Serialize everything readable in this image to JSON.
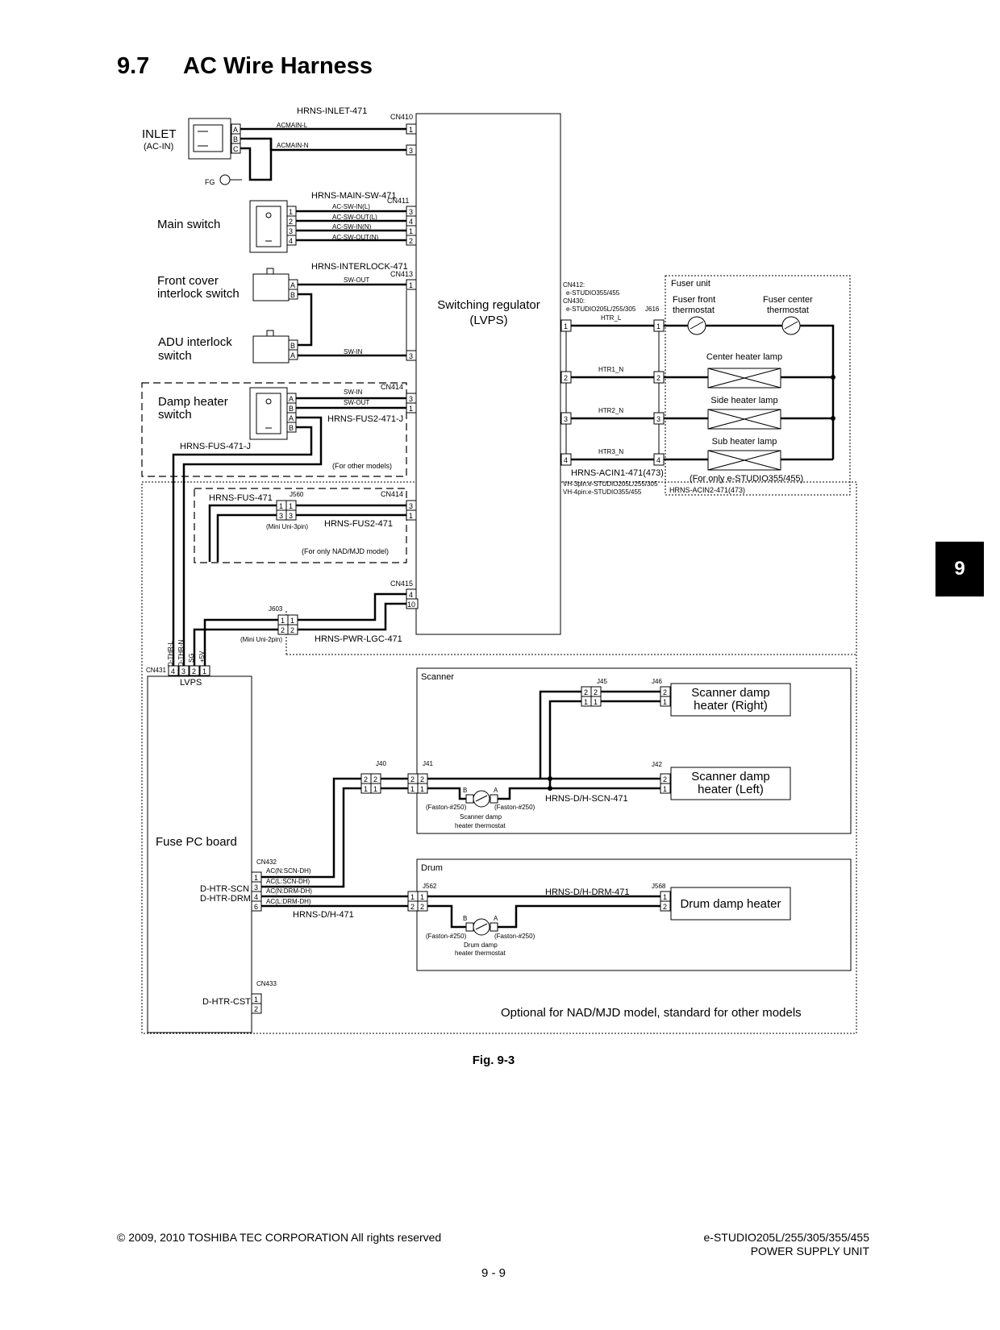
{
  "section": {
    "number": "9.7",
    "title": "AC Wire Harness"
  },
  "side_tab": "9",
  "figure_caption": "Fig. 9-3",
  "footer": {
    "copyright": "© 2009, 2010 TOSHIBA TEC CORPORATION All rights reserved",
    "model": "e-STUDIO205L/255/305/355/455",
    "unit": "POWER SUPPLY UNIT",
    "page": "9 - 9"
  },
  "components": {
    "inlet": "INLET",
    "inlet_sub": "(AC-IN)",
    "fg": "FG",
    "main_switch": "Main switch",
    "front_cover_1": "Front cover",
    "front_cover_2": "interlock switch",
    "adu_1": "ADU interlock",
    "adu_2": "switch",
    "damp_sw_1": "Damp heater",
    "damp_sw_2": "switch",
    "lvps_1": "Switching regulator",
    "lvps_2": "(LVPS)",
    "fuser_unit": "Fuser unit",
    "fuser_front_1": "Fuser front",
    "fuser_front_2": "thermostat",
    "fuser_center_1": "Fuser center",
    "fuser_center_2": "thermostat",
    "center_lamp": "Center heater lamp",
    "side_lamp": "Side heater lamp",
    "sub_lamp": "Sub heater lamp",
    "for_only_355": "(For only e-STUDIO355/455)",
    "lvps_small": "LVPS",
    "fuse_pc": "Fuse PC board",
    "scanner": "Scanner",
    "scn_right_1": "Scanner damp",
    "scn_right_2": "heater (Right)",
    "scn_left_1": "Scanner damp",
    "scn_left_2": "heater (Left)",
    "scn_thermo_1": "Scanner damp",
    "scn_thermo_2": "heater thermostat",
    "drum": "Drum",
    "drum_heater": "Drum damp heater",
    "drum_thermo_1": "Drum damp",
    "drum_thermo_2": "heater thermostat",
    "optional_note": "Optional for NAD/MJD model, standard for other models",
    "other_models": "(For other models)",
    "only_nad": "(For only NAD/MJD model)",
    "mini3": "(Mini Uni-3pin)",
    "mini2": "(Mini Uni-2pin)",
    "faston": "(Faston-#250)"
  },
  "harnesses": {
    "inlet": "HRNS-INLET-471",
    "main_sw": "HRNS-MAIN-SW-471",
    "interlock": "HRNS-INTERLOCK-471",
    "fus2_j": "HRNS-FUS2-471-J",
    "fus_j": "HRNS-FUS-471-J",
    "fus": "HRNS-FUS-471",
    "fus2": "HRNS-FUS2-471",
    "pwr_lgc": "HRNS-PWR-LGC-471",
    "acin1": "HRNS-ACIN1-471(473)",
    "acin2": "HRNS-ACIN2-471(473)",
    "dh_scn": "HRNS-D/H-SCN-471",
    "dh_drm": "HRNS-D/H-DRM-471",
    "dh": "HRNS-D/H-471"
  },
  "signals": {
    "acmain_l": "ACMAIN-L",
    "acmain_n": "ACMAIN-N",
    "ac_sw_in_l": "AC-SW-IN(L)",
    "ac_sw_out_l": "AC-SW-OUT(L)",
    "ac_sw_in_n": "AC-SW-IN(N)",
    "ac_sw_out_n": "AC-SW-OUT(N)",
    "sw_out": "SW-OUT",
    "sw_in": "SW-IN",
    "htr_l": "HTR_L",
    "htr1": "HTR1_N",
    "htr2": "HTR2_N",
    "htr3": "HTR3_N",
    "d_thr_l": "D-THR-L",
    "d_thr_n": "D-THR-N",
    "sg": "SG",
    "p5v": "+5V",
    "ac_scn": "AC(N:SCN-DH)",
    "ac_l_scn": "AC(L:SCN-DH)",
    "ac_drm": "AC(N:DRM-DH)",
    "ac_l_drm": "AC(L:DRM-DH)",
    "d_htr_scn": "D-HTR-SCN",
    "d_htr_drm": "D-HTR-DRM",
    "d_htr_cst": "D-HTR-CST"
  },
  "connectors": {
    "cn410": "CN410",
    "cn411": "CN411",
    "cn413": "CN413",
    "cn414": "CN414",
    "cn415": "CN415",
    "cn412": "CN412:",
    "cn412_m": "e-STUDIO355/455",
    "cn430": "CN430:",
    "cn430_m": "e-STUDIO205L/255/305",
    "j616": "J616",
    "j560": "J560",
    "j603": "J603",
    "cn431": "CN431",
    "cn432": "CN432",
    "cn433": "CN433",
    "j40": "J40",
    "j41": "J41",
    "j42": "J42",
    "j45": "J45",
    "j46": "J46",
    "j562": "J562",
    "j568": "J568",
    "vh3": "VH-3pin:e-STUDIO205L/255/305",
    "vh4": "VH-4pin:e-STUDIO355/455"
  }
}
